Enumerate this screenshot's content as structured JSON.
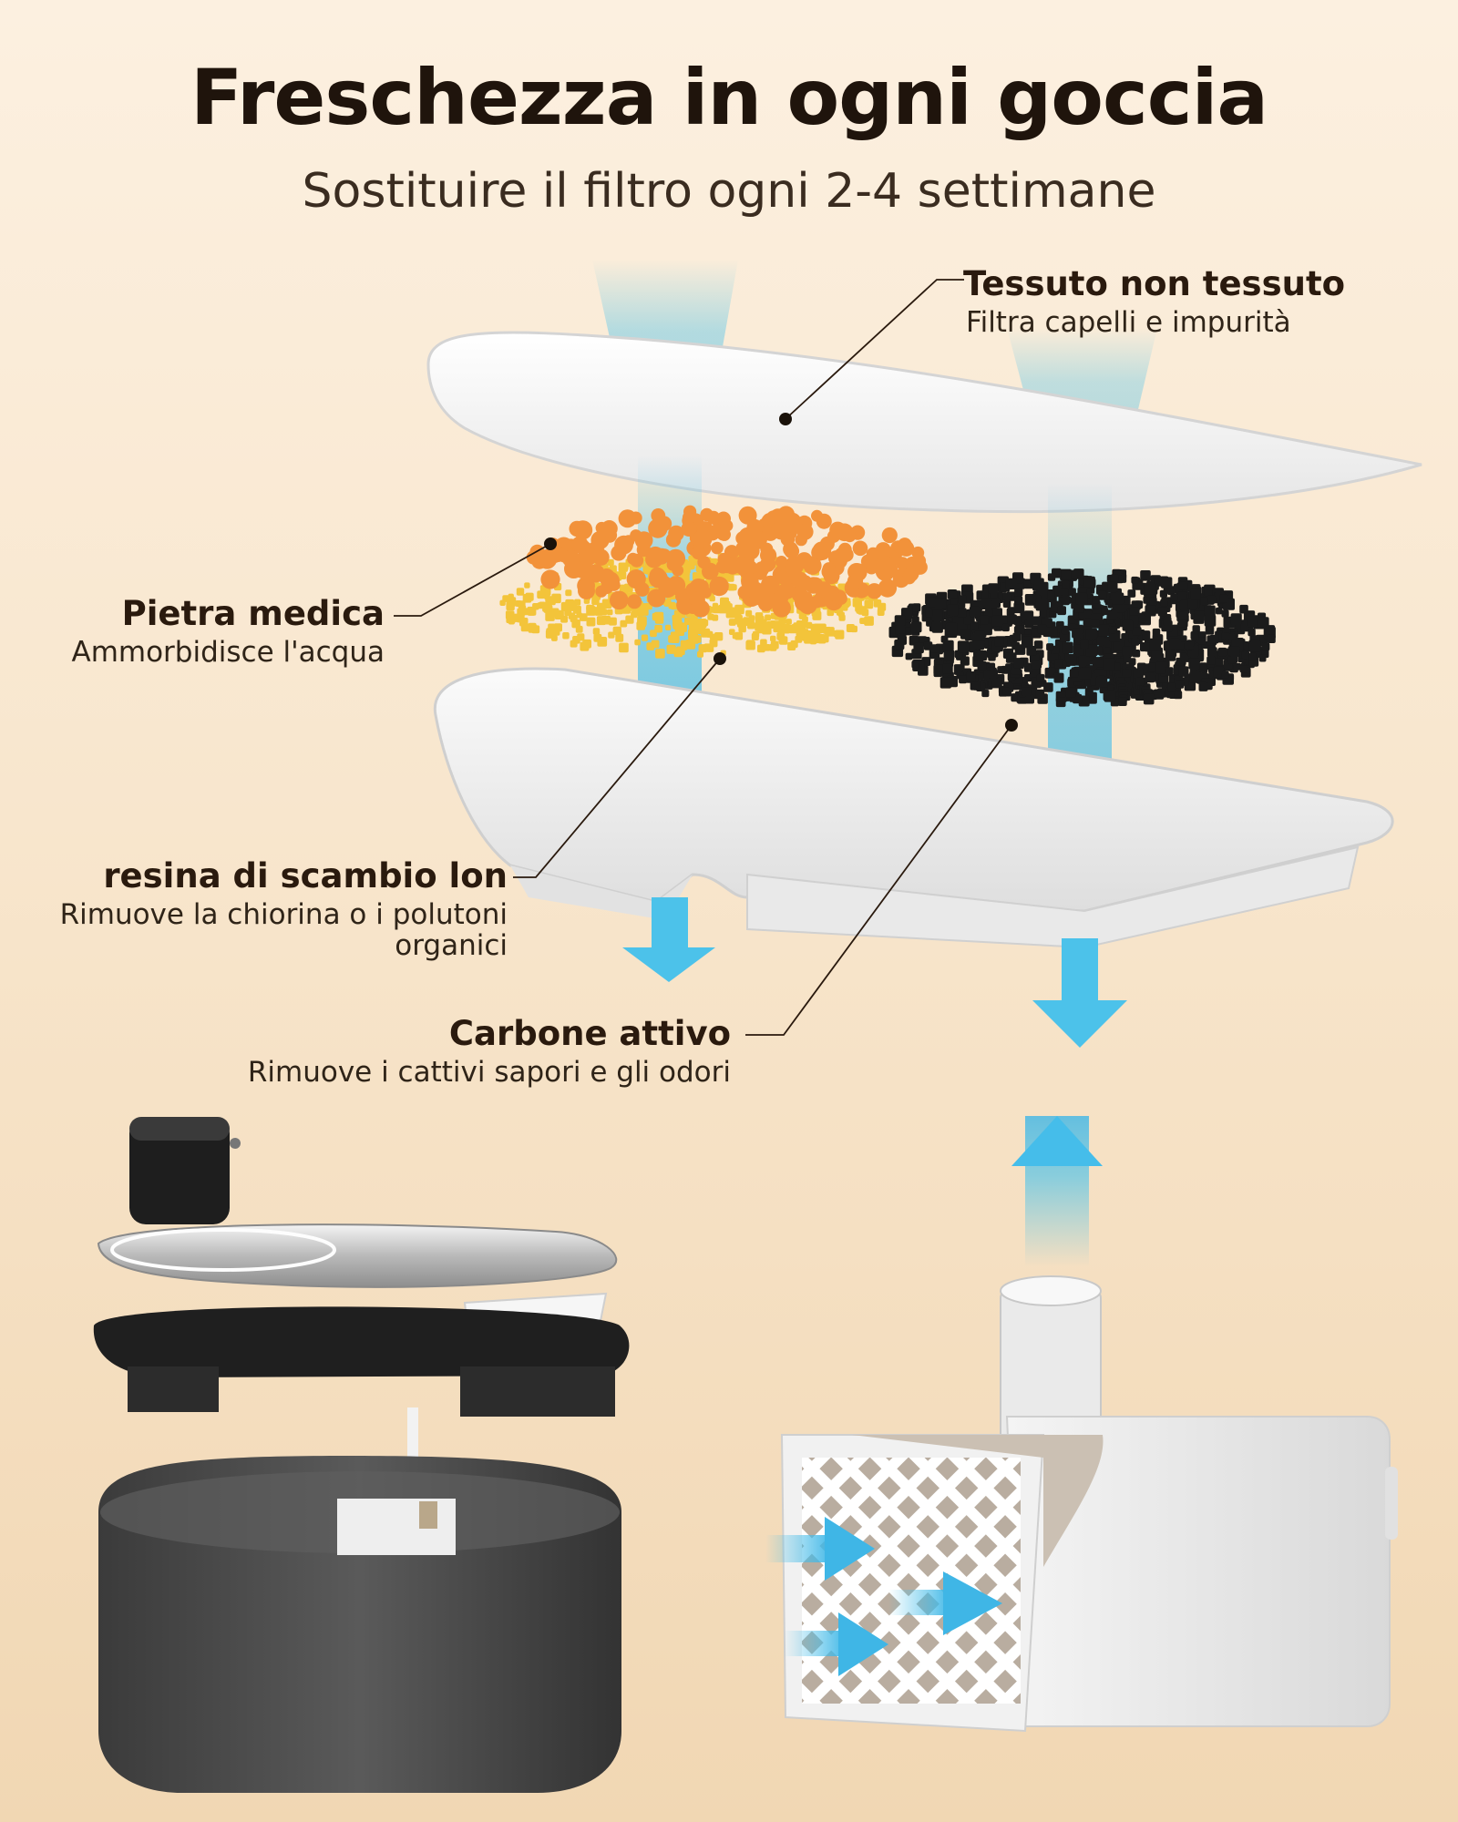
{
  "header": {
    "title": "Freschezza in ogni goccia",
    "subtitle": "Sostituire il filtro ogni 2-4 settimane"
  },
  "layers": [
    {
      "name": "Tessuto non tessuto",
      "desc": "Filtra capelli e impurità"
    },
    {
      "name": "Pietra medica",
      "desc": "Ammorbidisce l'acqua"
    },
    {
      "name": "resina di scambio lon",
      "desc": "Rimuove la chiorina o i polutoni organici"
    },
    {
      "name": "Carbone attivo",
      "desc": "Rimuove i cattivi sapori e gli odori"
    }
  ],
  "colors": {
    "water_blue": "#4cc2ea",
    "stone_orange": "#f2923a",
    "resin_yellow": "#f3c43a",
    "carbon_black": "#1b1b1b",
    "leader_line": "#2a1a0e"
  }
}
